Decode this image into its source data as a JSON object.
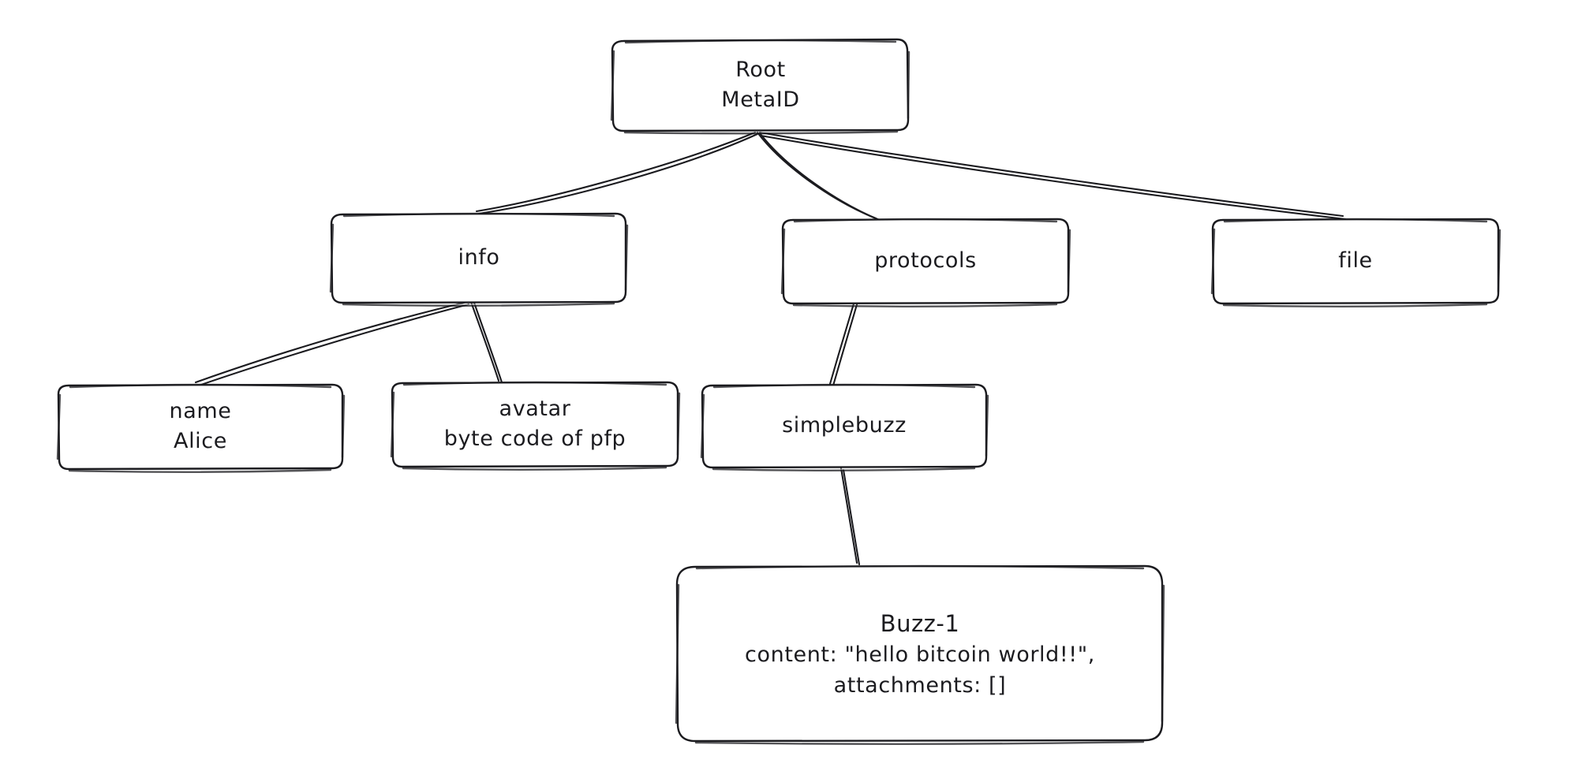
{
  "diagram": {
    "title": "MetaID protocol tree",
    "style": "hand-drawn",
    "background_color": "#ffffff",
    "stroke_color": "#1b1b1f",
    "text_color": "#1b1b1f"
  },
  "nodes": {
    "root": {
      "id": "root",
      "line1": "Root",
      "line2": "MetaID"
    },
    "info": {
      "id": "info",
      "line1": "info"
    },
    "protocols": {
      "id": "protocols",
      "line1": "protocols"
    },
    "file": {
      "id": "file",
      "line1": "file"
    },
    "name": {
      "id": "name",
      "line1": "name",
      "line2": "Alice"
    },
    "avatar": {
      "id": "avatar",
      "line1": "avatar",
      "line2": "byte code of pfp"
    },
    "simplebuzz": {
      "id": "simplebuzz",
      "line1": "simplebuzz"
    },
    "buzz1": {
      "id": "buzz1",
      "line1": "Buzz-1",
      "line2": "content: \"hello bitcoin world!!\",",
      "line3": "attachments: []"
    }
  },
  "edges": [
    {
      "from": "root",
      "to": "info"
    },
    {
      "from": "root",
      "to": "protocols"
    },
    {
      "from": "root",
      "to": "file"
    },
    {
      "from": "info",
      "to": "name"
    },
    {
      "from": "info",
      "to": "avatar"
    },
    {
      "from": "protocols",
      "to": "simplebuzz"
    },
    {
      "from": "simplebuzz",
      "to": "buzz1"
    }
  ]
}
